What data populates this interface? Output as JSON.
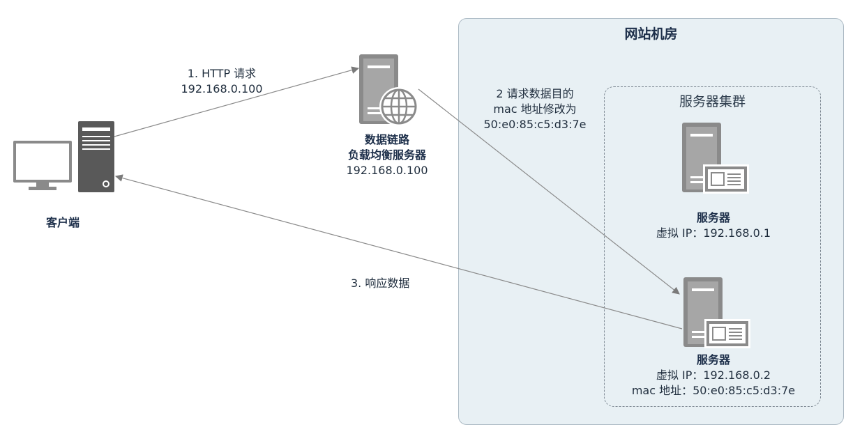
{
  "client": {
    "label": "客户端"
  },
  "lb_server": {
    "line1": "数据链路",
    "line2": "负载均衡服务器",
    "ip": "192.168.0.100"
  },
  "datacenter": {
    "title": "网站机房",
    "cluster": {
      "title": "服务器集群",
      "server1": {
        "name": "服务器",
        "ip": "虚拟 IP：192.168.0.1"
      },
      "server2": {
        "name": "服务器",
        "ip": "虚拟 IP：192.168.0.2",
        "mac": "mac 地址：50:e0:85:c5:d3:7e"
      }
    }
  },
  "steps": {
    "step1": {
      "line1": "1. HTTP 请求",
      "line2": "192.168.0.100"
    },
    "step2": {
      "line1": "2 请求数据目的",
      "line2": "mac 地址修改为",
      "line3": "50:e0:85:c5:d3:7e"
    },
    "step3": {
      "line1": "3. 响应数据"
    }
  }
}
